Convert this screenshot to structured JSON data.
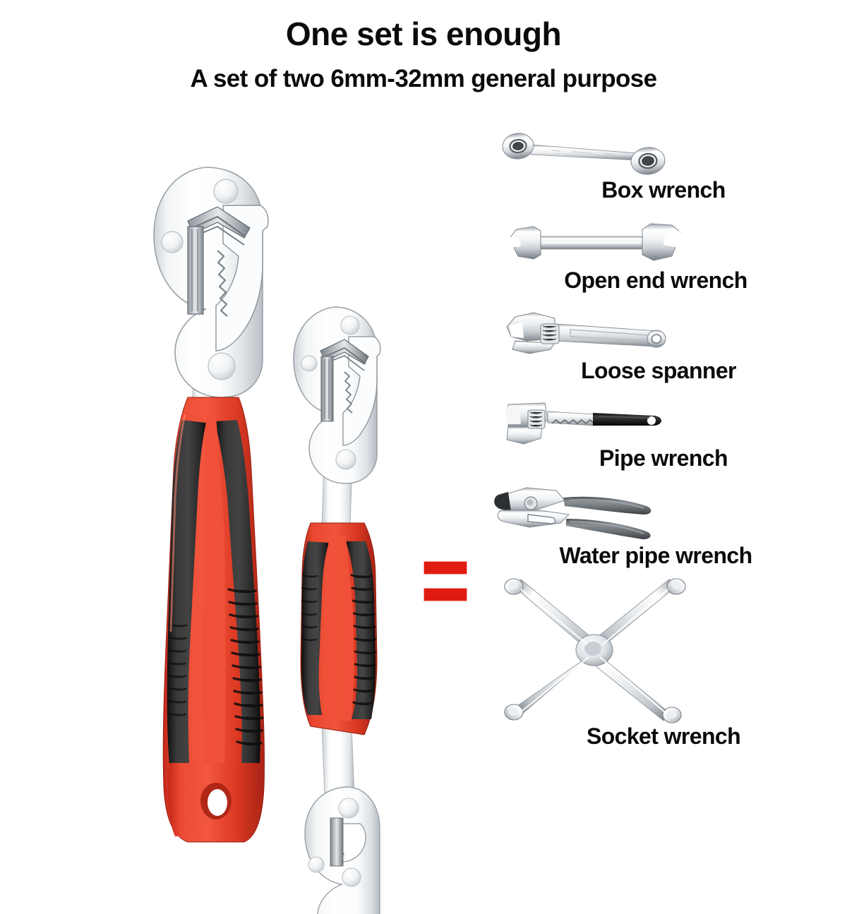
{
  "headings": {
    "title": "One set is enough",
    "subtitle": "A set of two 6mm-32mm general purpose"
  },
  "equals_sign": {
    "symbol": "=",
    "color": "#e01b12",
    "border_color": "#f4a39c"
  },
  "products": [
    {
      "name": "large-universal-wrench",
      "icon": "universal-wrench-large",
      "handle_color": "#e8402a",
      "grip_color": "#262626",
      "metal_color": "#e9ecef"
    },
    {
      "name": "small-universal-wrench",
      "icon": "universal-wrench-small",
      "handle_color": "#e8402a",
      "grip_color": "#262626",
      "metal_color": "#e9ecef"
    }
  ],
  "replaced_tools": [
    {
      "label": "Box wrench",
      "icon": "box-wrench-icon"
    },
    {
      "label": "Open end wrench",
      "icon": "open-end-wrench-icon"
    },
    {
      "label": "Loose spanner",
      "icon": "adjustable-spanner-icon"
    },
    {
      "label": "Pipe wrench",
      "icon": "pipe-wrench-icon"
    },
    {
      "label": "Water pipe wrench",
      "icon": "water-pump-pliers-icon"
    },
    {
      "label": "Socket wrench",
      "icon": "cross-socket-wrench-icon"
    }
  ],
  "colors": {
    "background": "#ffffff",
    "text": "#0b0b0b",
    "accent_red": "#e01b12",
    "chrome_light": "#fdfdfd",
    "chrome_mid": "#d2d6da",
    "chrome_dark": "#8d949b",
    "rubber_gray": "#6f7174",
    "rubber_black": "#222222"
  }
}
